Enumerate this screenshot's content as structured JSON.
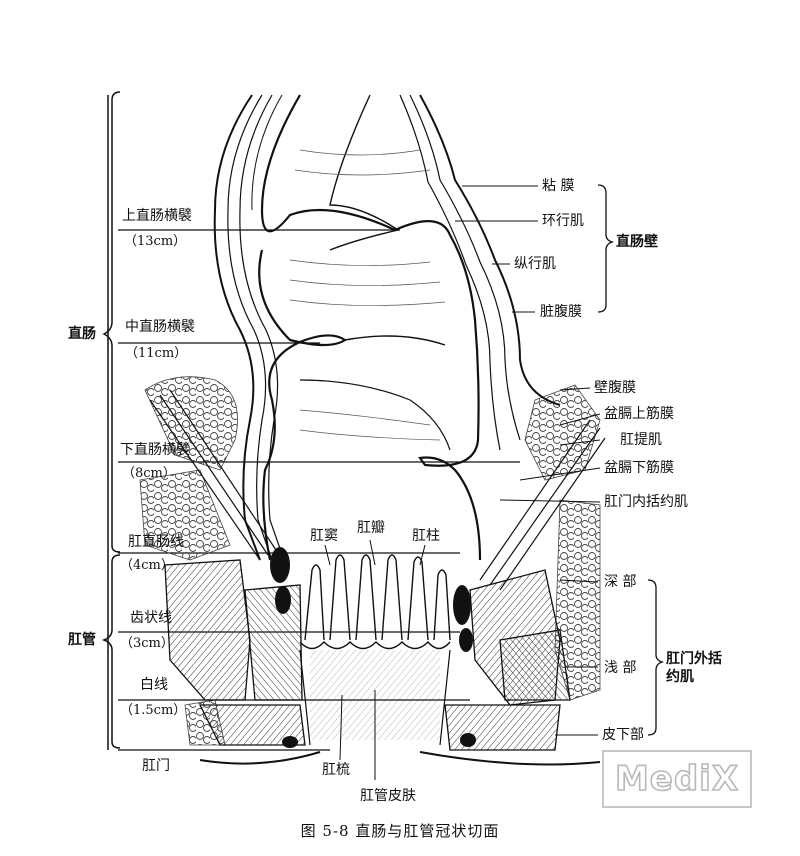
{
  "rectum_sections": {
    "upper_fold": "上直肠横襞",
    "upper_dist": "（13cm）",
    "middle_fold": "中直肠横襞",
    "middle_dist": "（11cm）",
    "lower_fold": "下直肠横襞",
    "lower_dist": "（8cm）"
  },
  "anal_sections": {
    "anorectal_line": "肛直肠线",
    "anorectal_dist": "（4cm）",
    "dentate_line": "齿状线",
    "dentate_dist": "（3cm）",
    "white_line": "白线",
    "white_dist": "（1.5cm）"
  },
  "region_labels": {
    "rectum": "直肠",
    "anal_canal": "肛管",
    "anus": "肛门"
  },
  "interior_labels": {
    "anal_sinus": "肛窦",
    "anal_valve": "肛瓣",
    "anal_column": "肛柱",
    "pecten": "肛梳",
    "anal_skin": "肛管皮肤"
  },
  "rectal_wall": {
    "mucosa": "粘  膜",
    "circular_muscle": "环行肌",
    "longitudinal_muscle": "纵行肌",
    "visceral_peritoneum": "脏腹膜",
    "group": "直肠壁"
  },
  "pelvic_labels": {
    "parietal_peritoneum": "壁腹膜",
    "superior_fascia": "盆膈上筋膜",
    "levator_ani": "肛提肌",
    "inferior_fascia": "盆膈下筋膜",
    "internal_sphincter": "肛门内括约肌"
  },
  "external_sphincter": {
    "deep": "深 部",
    "superficial": "浅 部",
    "subcutaneous": "皮下部",
    "group": "肛门外括约肌"
  },
  "caption": "图 5-8    直肠与肛管冠状切面",
  "watermark": "MediX"
}
